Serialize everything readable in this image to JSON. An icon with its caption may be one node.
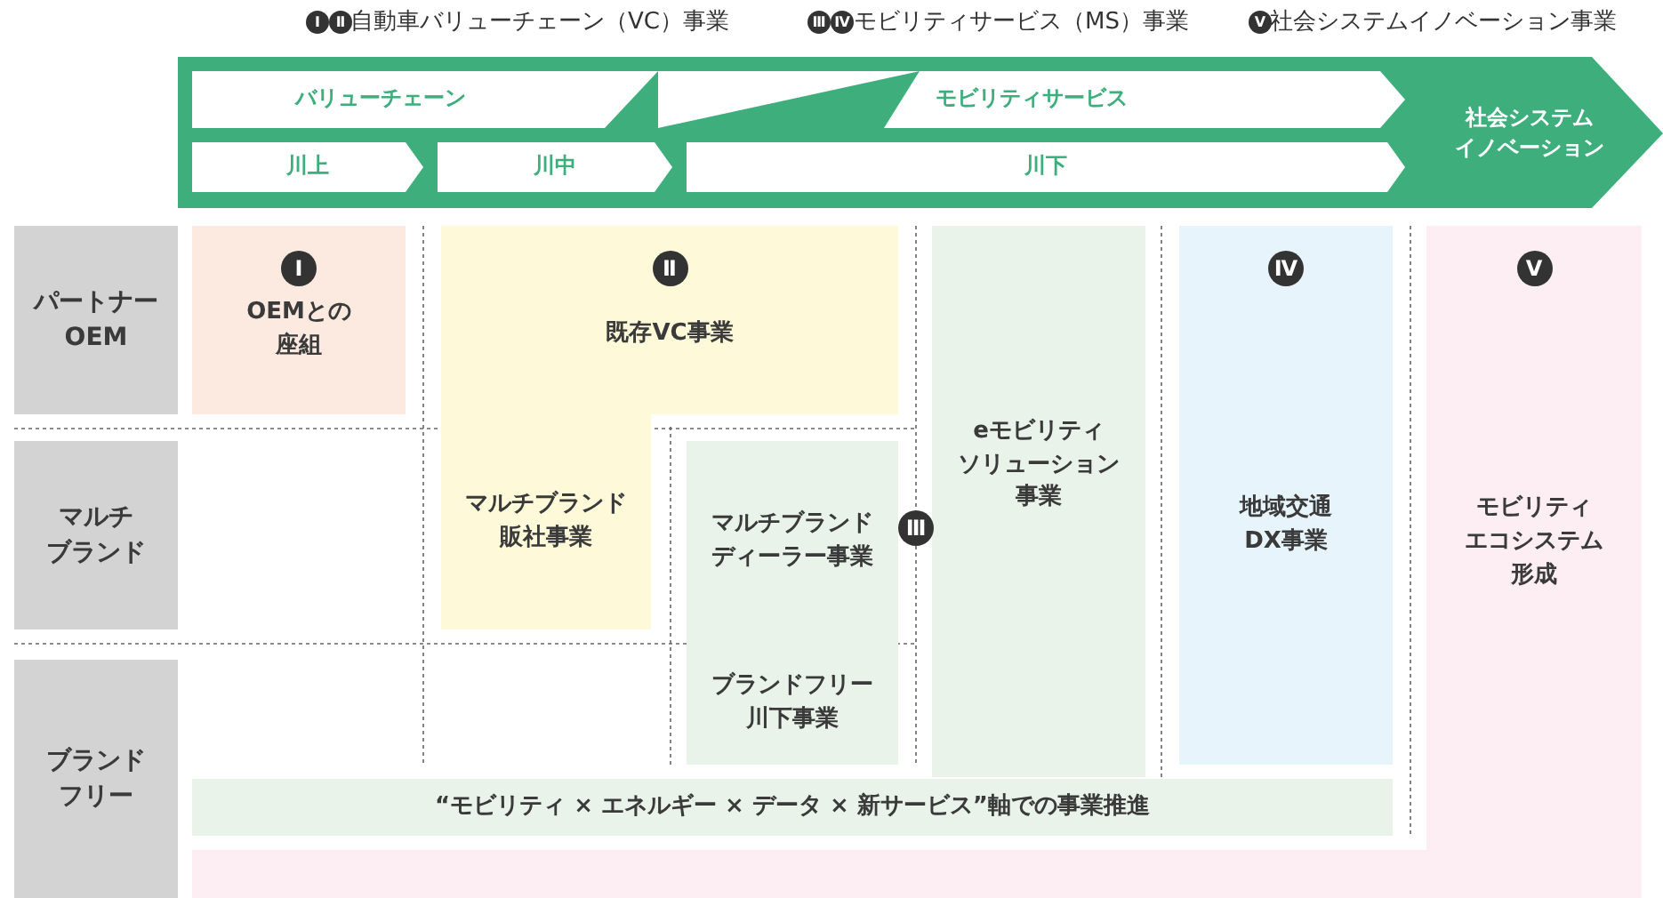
{
  "diagram": {
    "nodes": [
      {
        "text": [
          "バリューチェーン"
        ]
      },
      {
        "text": [
          "モビリティサービス"
        ]
      },
      {
        "text": [
          "川上"
        ]
      },
      {
        "text": [
          "川中"
        ]
      },
      {
        "text": [
          "川下"
        ]
      },
      {
        "text": [
          "社会システムイノベーション"
        ]
      },
      {
        "text": [
          "パートナーOEM"
        ]
      },
      {
        "text": [
          "マルチブランド"
        ]
      },
      {
        "text": [
          "ブランドフリー"
        ]
      },
      {
        "text": [
          "Ⅰ",
          "OEMとの座組"
        ]
      },
      {
        "text": [
          "Ⅱ",
          "既存VC事業"
        ]
      },
      {
        "text": [
          "マルチブランド販社事業"
        ]
      },
      {
        "text": [
          "マルチブランドディーラー事業"
        ]
      },
      {
        "text": [
          "ブランドフリー川下事業"
        ]
      },
      {
        "text": [
          "eモビリティソリューション事業"
        ]
      },
      {
        "text": [
          "Ⅳ",
          "地域交通DX事業"
        ]
      },
      {
        "text": [
          "Ⅴ",
          "モビリティエコシステム形成"
        ]
      },
      {
        "text": [
          "“モビリティ × エネルギー × データ × 新サービス”軸での事業推進"
        ]
      }
    ],
    "labels": [
      "Ⅰ",
      "Ⅱ",
      "自動車バリューチェーン（VC）事業",
      "Ⅲ",
      "Ⅳ",
      "モビリティサービス（MS）事業",
      "Ⅴ",
      "社会システムイノベーション事業",
      "Ⅲ"
    ]
  }
}
